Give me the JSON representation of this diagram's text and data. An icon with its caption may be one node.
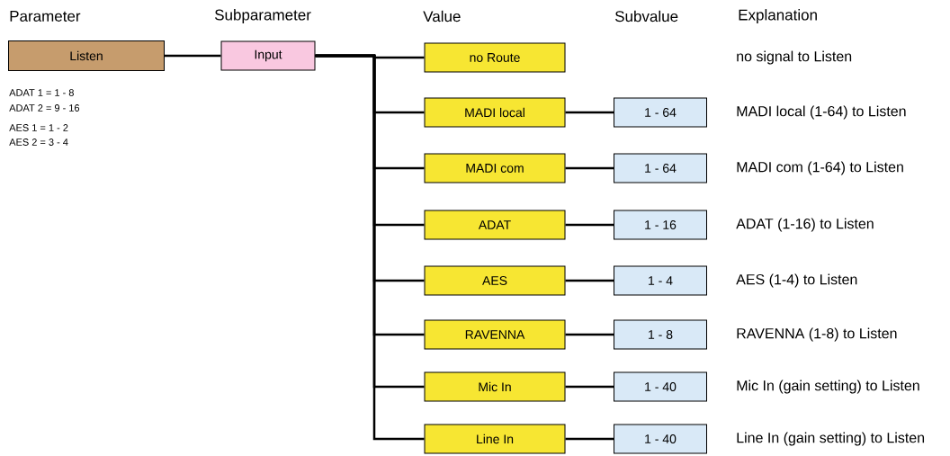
{
  "diagram": {
    "nodes": [
      {
        "text": [
          "Listen"
        ]
      },
      {
        "text": [
          "Input"
        ]
      },
      {
        "text": [
          "no Route"
        ]
      },
      {
        "text": [
          "MADI local"
        ]
      },
      {
        "text": [
          "MADI com"
        ]
      },
      {
        "text": [
          "ADAT"
        ]
      },
      {
        "text": [
          "AES"
        ]
      },
      {
        "text": [
          "RAVENNA"
        ]
      },
      {
        "text": [
          "Mic In"
        ]
      },
      {
        "text": [
          "Line In"
        ]
      },
      {
        "text": [
          "1 - 64"
        ]
      },
      {
        "text": [
          "1 - 64"
        ]
      },
      {
        "text": [
          "1 - 16"
        ]
      },
      {
        "text": [
          "1 - 4"
        ]
      },
      {
        "text": [
          "1 - 8"
        ]
      },
      {
        "text": [
          "1 - 40"
        ]
      },
      {
        "text": [
          "1 - 40"
        ]
      }
    ],
    "edges": [
      {
        "from": 0,
        "to": 1,
        "arrow": "none"
      },
      {
        "from": 1,
        "to": 2,
        "arrow": "none"
      },
      {
        "from": 1,
        "to": 3,
        "arrow": "none"
      },
      {
        "from": 1,
        "to": 4,
        "arrow": "none"
      },
      {
        "from": 1,
        "to": 5,
        "arrow": "none"
      },
      {
        "from": 1,
        "to": 6,
        "arrow": "none"
      },
      {
        "from": 1,
        "to": 7,
        "arrow": "none"
      },
      {
        "from": 1,
        "to": 8,
        "arrow": "none"
      },
      {
        "from": 1,
        "to": 9,
        "arrow": "none"
      },
      {
        "from": 3,
        "to": 10,
        "arrow": "none"
      },
      {
        "from": 4,
        "to": 11,
        "arrow": "none"
      },
      {
        "from": 5,
        "to": 12,
        "arrow": "none"
      },
      {
        "from": 6,
        "to": 13,
        "arrow": "none"
      },
      {
        "from": 7,
        "to": 14,
        "arrow": "none"
      },
      {
        "from": 8,
        "to": 15,
        "arrow": "none"
      },
      {
        "from": 9,
        "to": 16,
        "arrow": "none"
      }
    ],
    "labels": [
      "Parameter",
      "Subparameter",
      "Value",
      "Subvalue",
      "Explanation",
      "ADAT 1 = 1 - 8",
      "ADAT 2 = 9 - 16",
      "AES 1 = 1 - 2",
      "AES 2 = 3 - 4",
      "no signal to Listen",
      "MADI local (1-64) to Listen",
      "MADI com (1-64) to Listen",
      "ADAT (1-16) to Listen",
      "AES (1-4) to Listen",
      "RAVENNA  (1-8) to Listen",
      "Mic In (gain setting) to Listen",
      "Line In (gain setting) to Listen"
    ]
  }
}
